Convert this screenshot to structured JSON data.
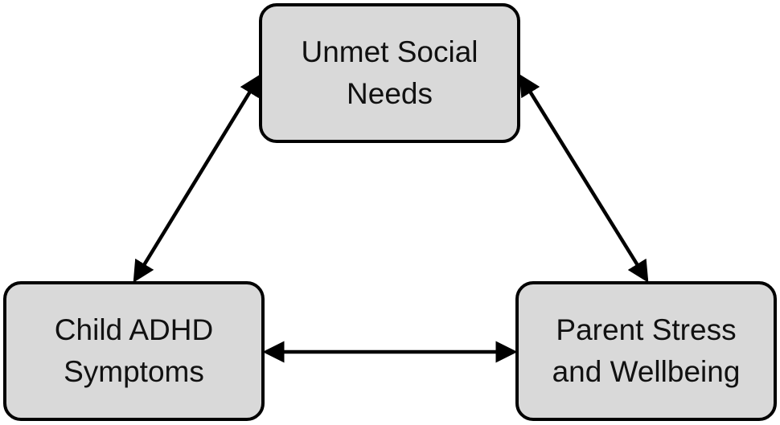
{
  "nodes": {
    "top": {
      "line1": "Unmet Social",
      "line2": "Needs"
    },
    "left": {
      "line1": "Child ADHD",
      "line2": "Symptoms"
    },
    "right": {
      "line1": "Parent Stress",
      "line2": "and Wellbeing"
    }
  },
  "edges": [
    {
      "from": "top",
      "to": "left",
      "direction": "bidirectional"
    },
    {
      "from": "top",
      "to": "right",
      "direction": "bidirectional"
    },
    {
      "from": "left",
      "to": "right",
      "direction": "bidirectional"
    }
  ],
  "colors": {
    "node_fill": "#d9d9d9",
    "node_border": "#000000",
    "arrow": "#000000",
    "text": "#111111"
  }
}
